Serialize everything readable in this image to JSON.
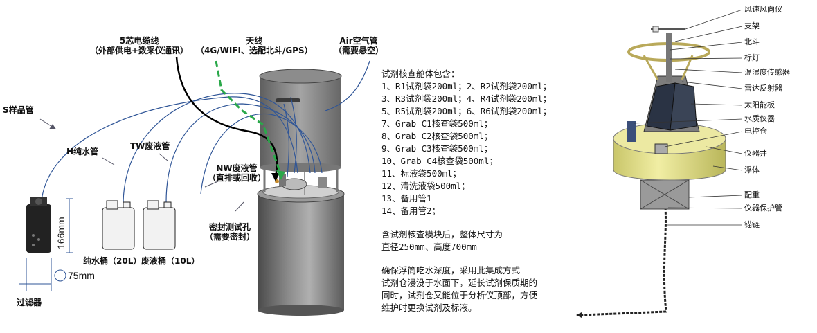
{
  "cabin_labels": {
    "cable": "5芯电缆线",
    "cable_note": "（外部供电+数采仪通讯）",
    "antenna": "天线",
    "antenna_note": "（4G/WIFI、选配北斗/GPS）",
    "air_pipe": "Air空气管",
    "air_pipe_note": "（需要悬空）",
    "sample_pipe": "S样品管",
    "h_pipe": "H纯水管",
    "tw_pipe": "TW废液管",
    "nw_pipe": "NW废液管",
    "nw_pipe_note": "（直排或回收）",
    "seal_hole": "密封测试孔",
    "seal_hole_note": "（需要密封）",
    "pure_bucket": "纯水桶（20L）",
    "waste_bucket": "废液桶（10L）",
    "filter": "过滤器",
    "dim_height": "166mm",
    "dim_diameter": "75mm"
  },
  "spec": {
    "title": "试剂核查舱体包含：",
    "lines": [
      "1、R1试剂袋200ml；2、R2试剂袋200ml；",
      "3、R3试剂袋200ml；4、R4试剂袋200ml；",
      "5、R5试剂袋200ml；6、R6试剂袋200ml；",
      "7、Grab C1核查袋500ml；",
      "8、Grab C2核查袋500ml；",
      "9、Grab C3核查袋500ml；",
      "10、Grab C4核查袋500ml；",
      "11、标液袋500ml；",
      "12、清洗液袋500ml；",
      "13、备用管1",
      "14、备用管2；"
    ],
    "size_line1": "含试剂核查模块后，整体尺寸为",
    "size_line2": "直径250mm、高度700mm",
    "note_lines": [
      "确保浮筒吃水深度，采用此集成方式",
      "试剂仓浸没于水面下，延长试剂保质期的",
      "同时，试剂仓又能位于分析仪顶部，方便",
      "维护时更换试剂及标液。"
    ]
  },
  "buoy_labels": [
    "风速风向仪",
    "支架",
    "北斗",
    "标灯",
    "温湿度传感器",
    "雷达反射器",
    "太阳能板",
    "水质仪器",
    "电控仓",
    "仪器井",
    "浮体",
    "配重",
    "仪器保护管",
    "锚链"
  ]
}
